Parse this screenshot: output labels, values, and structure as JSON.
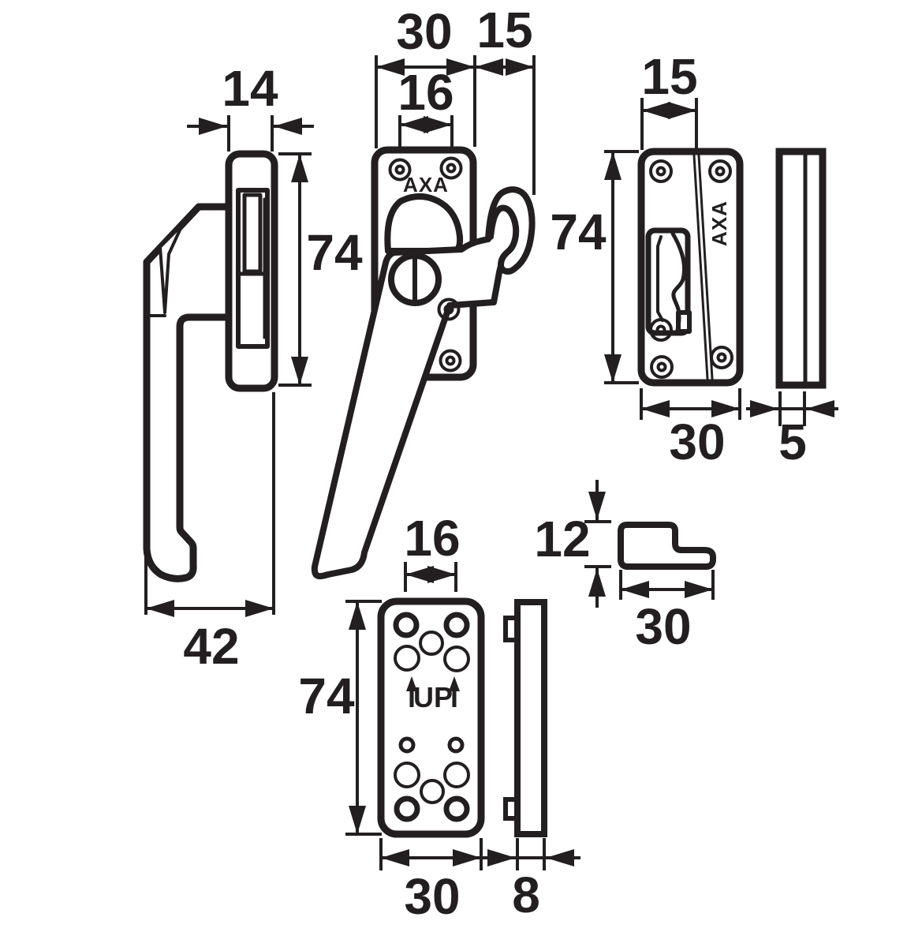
{
  "document": {
    "type": "technical-drawing",
    "product": "AXA window fastener",
    "background_color": "#ffffff",
    "ink_color": "#231f20",
    "units": "mm"
  },
  "labels": {
    "brand_front": "AXA",
    "brand_keeper": "AXA",
    "up_marking": "UP"
  },
  "dimensions": {
    "side_width": "14",
    "side_height": "74",
    "side_depth": "42",
    "front_plate_width": "30",
    "front_hook_offset": "15",
    "front_screw_spacing": "16",
    "keeper_latch_offset": "15",
    "keeper_height": "74",
    "keeper_width": "30",
    "keeper_thickness": "5",
    "wedge_height": "12",
    "wedge_width": "30",
    "striker_screw_spacing": "16",
    "striker_height": "74",
    "striker_width": "30",
    "striker_thickness": "8"
  }
}
